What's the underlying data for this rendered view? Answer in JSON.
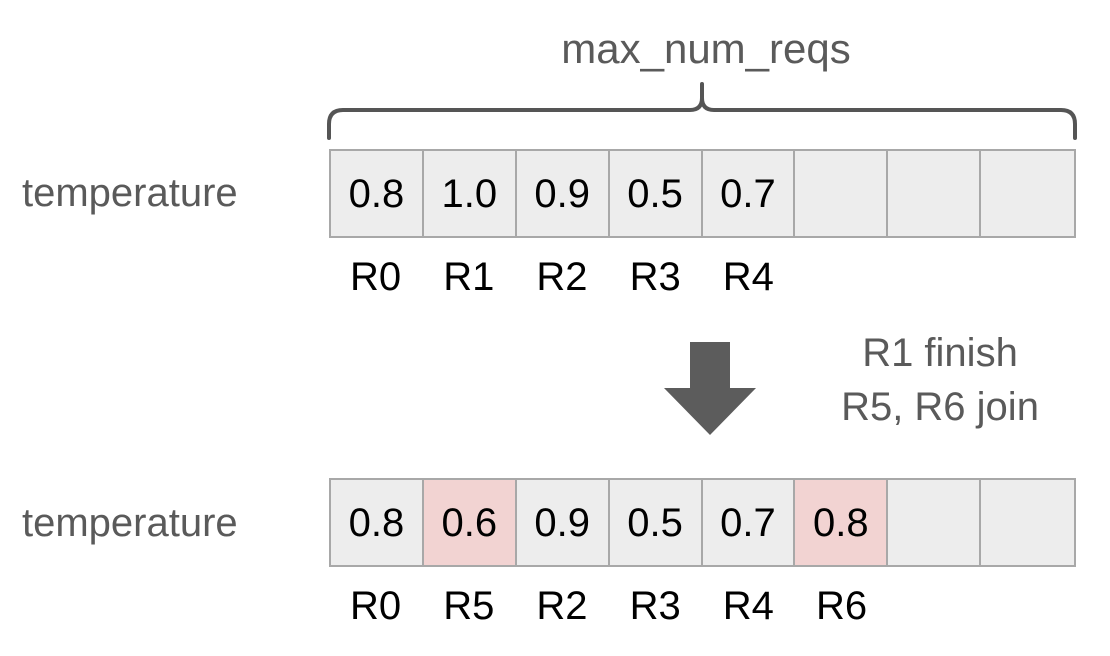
{
  "diagram": {
    "title": "max_num_reqs",
    "brace_label": "max_num_reqs",
    "colors": {
      "cell_bg": "#ededed",
      "cell_highlight": "#f2d3d2",
      "cell_border": "#a8a8a8",
      "label_text": "#5a5a5a",
      "value_text": "#000000",
      "arrow": "#5c5c5c"
    },
    "states": [
      {
        "name": "before",
        "row_label": "temperature",
        "num_slots": 8,
        "cells": [
          {
            "value": "0.8",
            "request_id": "R0",
            "highlighted": false
          },
          {
            "value": "1.0",
            "request_id": "R1",
            "highlighted": false
          },
          {
            "value": "0.9",
            "request_id": "R2",
            "highlighted": false
          },
          {
            "value": "0.5",
            "request_id": "R3",
            "highlighted": false
          },
          {
            "value": "0.7",
            "request_id": "R4",
            "highlighted": false
          },
          {
            "value": "",
            "request_id": "",
            "highlighted": false
          },
          {
            "value": "",
            "request_id": "",
            "highlighted": false
          },
          {
            "value": "",
            "request_id": "",
            "highlighted": false
          }
        ]
      },
      {
        "name": "after",
        "row_label": "temperature",
        "num_slots": 8,
        "cells": [
          {
            "value": "0.8",
            "request_id": "R0",
            "highlighted": false
          },
          {
            "value": "0.6",
            "request_id": "R5",
            "highlighted": true
          },
          {
            "value": "0.9",
            "request_id": "R2",
            "highlighted": false
          },
          {
            "value": "0.5",
            "request_id": "R3",
            "highlighted": false
          },
          {
            "value": "0.7",
            "request_id": "R4",
            "highlighted": false
          },
          {
            "value": "0.8",
            "request_id": "R6",
            "highlighted": true
          },
          {
            "value": "",
            "request_id": "",
            "highlighted": false
          },
          {
            "value": "",
            "request_id": "",
            "highlighted": false
          }
        ]
      }
    ],
    "transition": {
      "arrow_direction": "down",
      "lines": [
        "R1 finish",
        "R5, R6 join"
      ]
    }
  }
}
